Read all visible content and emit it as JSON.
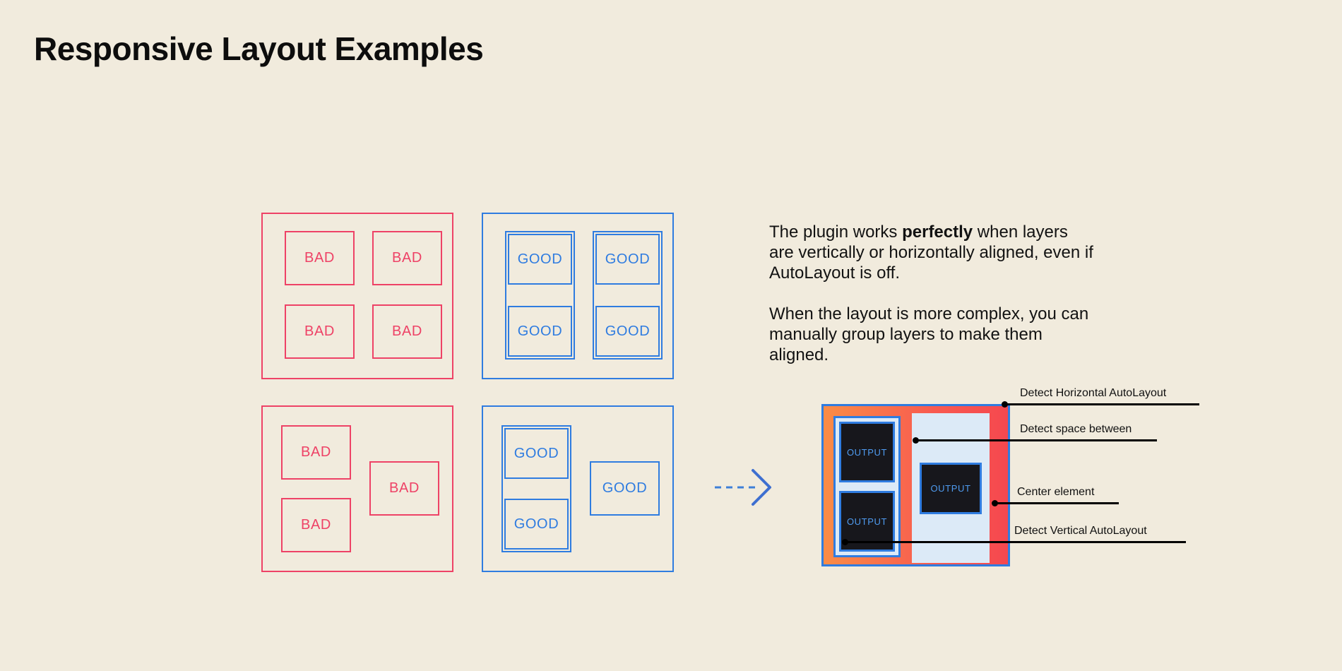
{
  "page": {
    "title": "Responsive Layout Examples",
    "background_color": "#f1ebdd",
    "bad_color": "#ee4266",
    "good_color": "#2f7ce0",
    "text_color": "#121212"
  },
  "examples": {
    "bad_grid": {
      "cells": [
        {
          "label": "BAD"
        },
        {
          "label": "BAD"
        },
        {
          "label": "BAD"
        },
        {
          "label": "BAD"
        }
      ]
    },
    "good_grid": {
      "cells": [
        {
          "label": "GOOD"
        },
        {
          "label": "GOOD"
        },
        {
          "label": "GOOD"
        },
        {
          "label": "GOOD"
        }
      ]
    },
    "bad_complex": {
      "cells": [
        {
          "label": "BAD"
        },
        {
          "label": "BAD"
        },
        {
          "label": "BAD"
        }
      ]
    },
    "good_complex": {
      "cells": [
        {
          "label": "GOOD"
        },
        {
          "label": "GOOD"
        },
        {
          "label": "GOOD"
        }
      ]
    }
  },
  "copy": {
    "p1_a": "The plugin works ",
    "p1_b": "perfectly",
    "p1_c": " when layers are vertically or horizontally aligned, even if AutoLayout is off.",
    "p2": "When the layout is more complex, you can manually group layers to make them aligned."
  },
  "diagram": {
    "outputs": [
      {
        "label": "OUTPUT"
      },
      {
        "label": "OUTPUT"
      },
      {
        "label": "OUTPUT"
      }
    ],
    "gradient_from": "#fa8c46",
    "gradient_to": "#f5484f",
    "panel_color": "#dceaf7",
    "box_fill": "#17171c"
  },
  "callouts": [
    {
      "label": "Detect Horizontal AutoLayout"
    },
    {
      "label": "Detect space between"
    },
    {
      "label": "Center element"
    },
    {
      "label": "Detect Vertical AutoLayout"
    }
  ]
}
